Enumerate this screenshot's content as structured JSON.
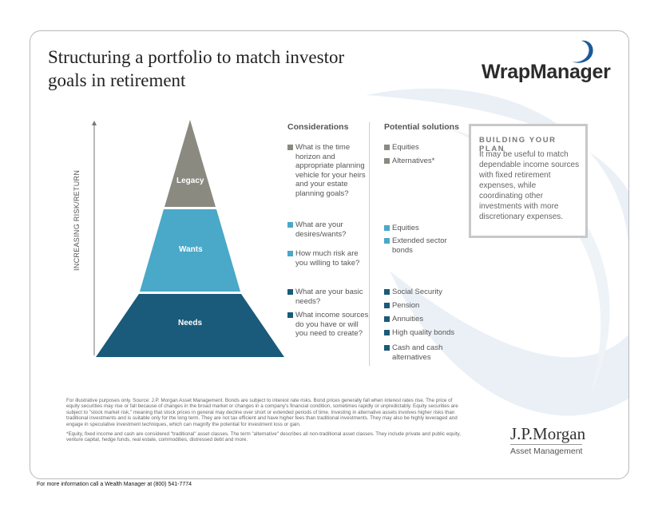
{
  "title": "Structuring a portfolio to match investor goals in retirement",
  "brand": "WrapManager",
  "axis_label": "INCREASING RISK/RETURN",
  "colors": {
    "legacy": "#8a8a81",
    "wants": "#4aa8c8",
    "needs": "#1a5a7a",
    "swirl": "#e6eef5"
  },
  "tiers": [
    {
      "label": "Legacy"
    },
    {
      "label": "Wants"
    },
    {
      "label": "Needs"
    }
  ],
  "headers": {
    "considerations": "Considerations",
    "solutions": "Potential solutions"
  },
  "considerations": [
    "What is the time horizon and appropriate planning vehicle for your heirs and your estate planning goals?",
    "What are your desires/wants?",
    "How much risk are you willing to take?",
    "What are your basic needs?",
    "What income sources do you have or will you need to create?"
  ],
  "solutions": [
    "Equities",
    "Alternatives*",
    "Equities",
    "Extended sector bonds",
    "Social Security",
    "Pension",
    "Annuities",
    "High quality bonds",
    "Cash and cash alternatives"
  ],
  "plan": {
    "heading": "BUILDING YOUR PLAN",
    "text": "It may be useful to match dependable income sources with fixed retirement expenses, while coordinating other investments with more discretionary expenses."
  },
  "footnote1": "For illustrative purposes only. Source: J.P. Morgan Asset Management. Bonds are subject to interest rate risks. Bond prices generally fall when interest rates rise. The price of equity securities may rise or fall because of changes in the broad market or changes in a company's financial condition, sometimes rapidly or unpredictably. Equity securities are subject to \"stock market risk,\" meaning that stock prices in general may decline over short or extended periods of time. Investing in alternative assets involves higher risks than traditional investments and is suitable only for the long term. They are not tax efficient and have higher fees than traditional investments. They may also be highly leveraged and engage in speculative investment techniques, which can magnify the potential for investment loss or gain.",
  "footnote2": "*Equity, fixed income and cash are considered \"traditional\" asset classes. The term \"alternative\" describes all non-traditional asset classes. They include private and public equity, venture capital, hedge funds, real estate, commodities, distressed debt and more.",
  "jpm": {
    "name": "J.P.Morgan",
    "sub": "Asset Management"
  },
  "bottom_note": "For more information call a Wealth Manager at (800) 541-7774"
}
